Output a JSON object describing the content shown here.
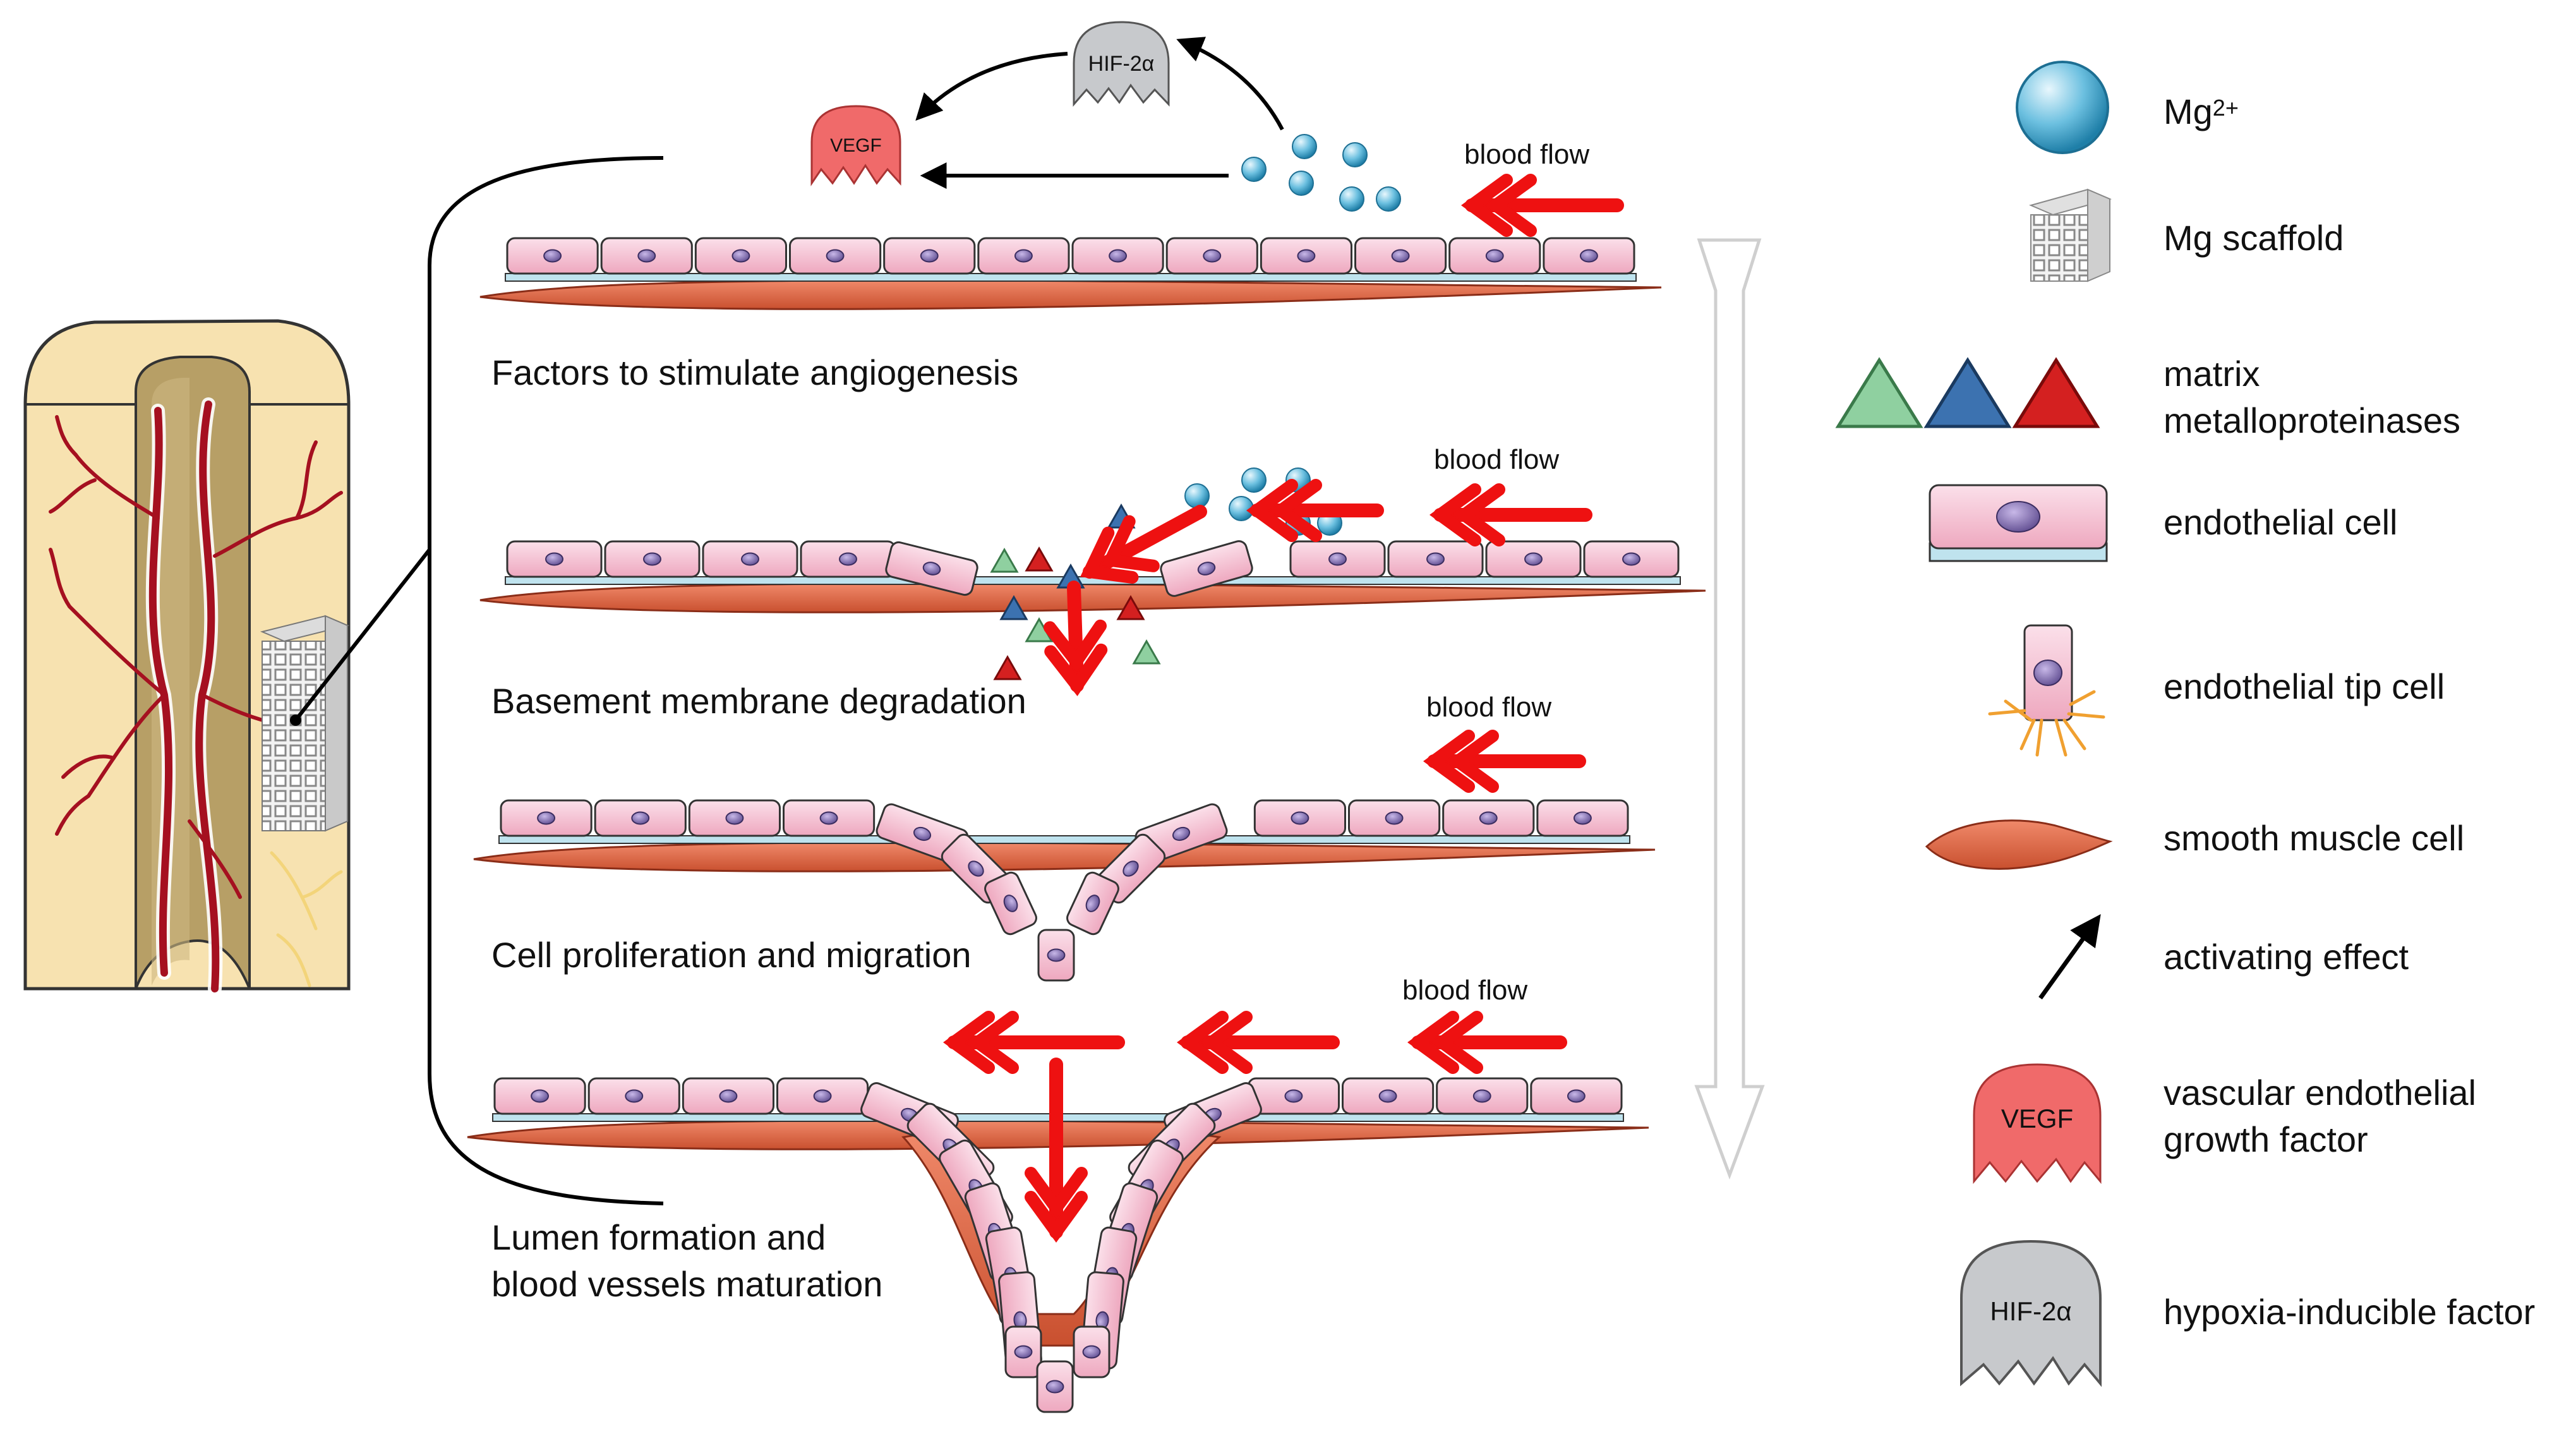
{
  "factors": {
    "vegf": "VEGF",
    "hif": "HIF-2α"
  },
  "blood_flow_label": "blood flow",
  "stages": [
    {
      "label": "Factors to stimulate angiogenesis"
    },
    {
      "label": "Basement membrane degradation"
    },
    {
      "label": "Cell proliferation and migration"
    },
    {
      "label": "Lumen formation and\nblood vessels maturation"
    }
  ],
  "legend": {
    "mg_ion": {
      "base": "Mg",
      "sup": "2+"
    },
    "mg_scaffold": "Mg scaffold",
    "mmp": "matrix\nmetalloproteinases",
    "endothelial_cell": "endothelial cell",
    "tip_cell": "endothelial tip cell",
    "smooth_muscle_cell": "smooth muscle cell",
    "activating_effect": "activating effect",
    "vegf": "vascular endothelial\ngrowth factor",
    "vegf_icon_text": "VEGF",
    "hif": "hypoxia-inducible factor",
    "hif_icon_text": "HIF-2α"
  },
  "colors": {
    "flow_arrow": "#ee1111",
    "cell_fill": "#f5c2d2",
    "cell_stroke": "#8a4a5e",
    "nucleus": "#7d6aa8",
    "membrane": "#bfe3ee",
    "muscle": "#e06a4e",
    "bone": "#f7e2b0",
    "marrow": "#b8a068",
    "vessel": "#b01020",
    "mg_ion": "#4fb0d6",
    "mmp_green": "#4a9a5a",
    "mmp_blue": "#2a5a90",
    "mmp_red": "#c01010",
    "vegf": "#f06a6a",
    "hif": "#c7c9cc"
  }
}
